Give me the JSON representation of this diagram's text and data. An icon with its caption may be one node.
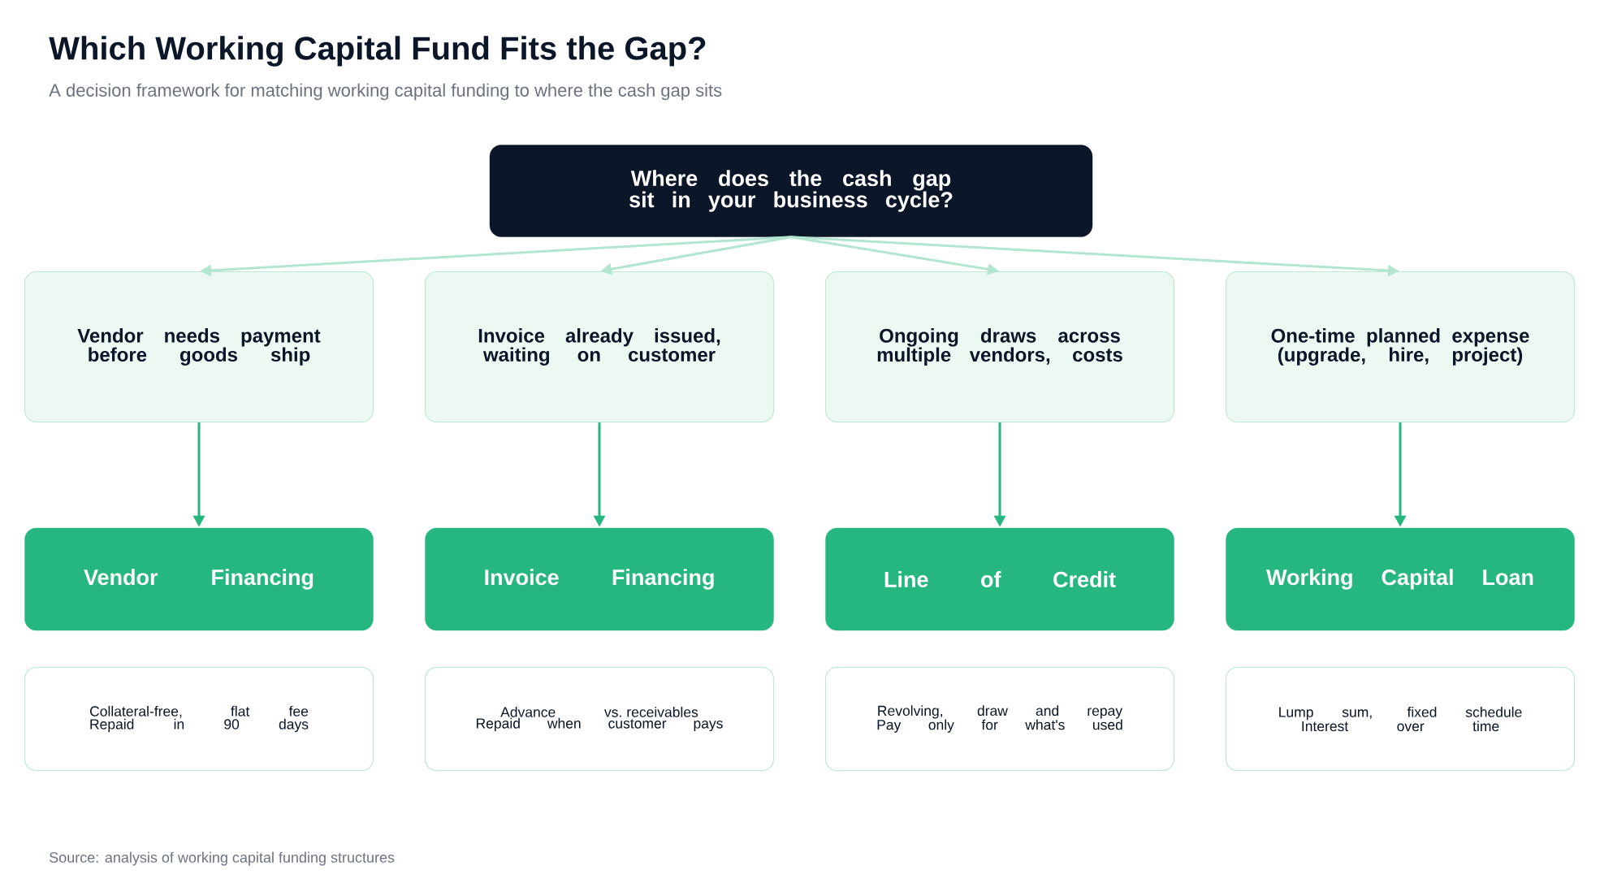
{
  "diagram": {
    "title": "Which Working Capital Fund Fits the Gap?",
    "caption": "A decision framework for matching working capital funding to where the cash gap sits",
    "nodes": [
      {
        "text": [
          "Where does the cash gap sit in your business cycle?"
        ]
      },
      {
        "text": [
          "Vendor needs payment before goods ship"
        ]
      },
      {
        "text": [
          "Invoice already issued, waiting on customer"
        ]
      },
      {
        "text": [
          "Ongoing draws across multiple vendors, costs"
        ]
      },
      {
        "text": [
          "One-time planned expense (upgrade, hire, project)"
        ]
      },
      {
        "text": [
          "Vendor Financing"
        ]
      },
      {
        "text": [
          "Invoice Financing"
        ]
      },
      {
        "text": [
          "Line of Credit"
        ]
      },
      {
        "text": [
          "Working Capital Loan"
        ]
      },
      {
        "text": [
          "Collateral-free, flat fee",
          "Repaid in 90 days"
        ]
      },
      {
        "text": [
          "Advance vs. receivables",
          "Repaid when customer pays"
        ]
      },
      {
        "text": [
          "Revolving, draw and repay",
          "Pay only for what's used"
        ]
      },
      {
        "text": [
          "Lump sum, fixed schedule",
          "Interest over time"
        ]
      }
    ],
    "edges": [
      {
        "from": 0,
        "to": 1,
        "arrow": "to",
        "color": "#b3e6cf"
      },
      {
        "from": 0,
        "to": 2,
        "arrow": "to",
        "color": "#b3e6cf"
      },
      {
        "from": 0,
        "to": 3,
        "arrow": "to",
        "color": "#b3e6cf"
      },
      {
        "from": 0,
        "to": 4,
        "arrow": "to",
        "color": "#b3e6cf"
      },
      {
        "from": 1,
        "to": 5,
        "arrow": "to",
        "color": "#26b67f"
      },
      {
        "from": 2,
        "to": 6,
        "arrow": "to",
        "color": "#26b67f"
      },
      {
        "from": 3,
        "to": 7,
        "arrow": "to",
        "color": "#26b67f"
      },
      {
        "from": 4,
        "to": 8,
        "arrow": "to",
        "color": "#26b67f"
      }
    ],
    "labels": [
      "Source: analysis of working capital funding structures"
    ]
  }
}
